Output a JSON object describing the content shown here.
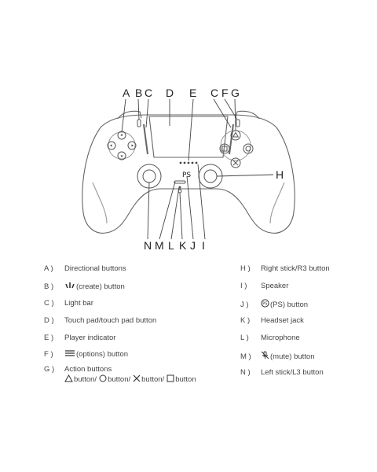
{
  "callouts_top": [
    "A",
    "B",
    "C",
    "D",
    "E",
    "C",
    "F",
    "G"
  ],
  "callouts_bottom": [
    "N",
    "M",
    "L",
    "K",
    "J",
    "I"
  ],
  "callout_right": "H",
  "legend_left": [
    {
      "key": "A )",
      "text": "Directional buttons"
    },
    {
      "key": "B )",
      "text": "(create) button",
      "icon": "create-icon"
    },
    {
      "key": "C )",
      "text": "Light bar"
    },
    {
      "key": "D )",
      "text": "Touch pad/touch pad button"
    },
    {
      "key": "E )",
      "text": "Player indicator"
    },
    {
      "key": "F )",
      "text": "(options) button",
      "icon": "options-icon"
    },
    {
      "key": "G )",
      "text": "Action buttons",
      "sub": [
        "button/",
        "button/",
        "button/",
        "button"
      ],
      "sub_icons": [
        "triangle-icon",
        "circle-icon",
        "cross-icon",
        "square-icon"
      ]
    }
  ],
  "legend_right": [
    {
      "key": "H )",
      "text": "Right stick/R3 button"
    },
    {
      "key": "I )",
      "text": "Speaker"
    },
    {
      "key": "J )",
      "text": "(PS) button",
      "icon": "ps-icon"
    },
    {
      "key": "K )",
      "text": "Headset jack"
    },
    {
      "key": "L )",
      "text": "Microphone"
    },
    {
      "key": "M )",
      "text": "(mute) button",
      "icon": "mute-icon"
    },
    {
      "key": "N )",
      "text": "Left stick/L3 button"
    }
  ]
}
